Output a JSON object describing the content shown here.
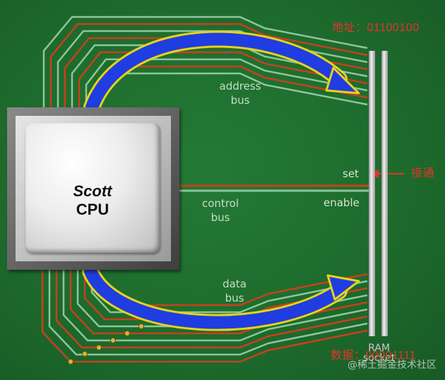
{
  "cpu": {
    "brand": "Scott",
    "model": "CPU"
  },
  "buses": {
    "address": {
      "line1": "address",
      "line2": "bus"
    },
    "control": {
      "line1": "control",
      "line2": "bus"
    },
    "data": {
      "line1": "data",
      "line2": "bus"
    }
  },
  "signals": {
    "set": "set",
    "enable": "enable"
  },
  "ram": {
    "line1": "RAM",
    "line2": "socket"
  },
  "annotations": {
    "address_value": "地址：01100100",
    "data_value": "数据：00001111",
    "connect_label": "接通"
  },
  "watermark": "@稀土掘金技术社区",
  "colors": {
    "board": "#1f6a2e",
    "trace_red": "#c8401f",
    "trace_green": "#8fc59a",
    "arrow_blue": "#1f3de0",
    "arrow_outline": "#e8d21a",
    "annotation_red": "#e8322a"
  }
}
